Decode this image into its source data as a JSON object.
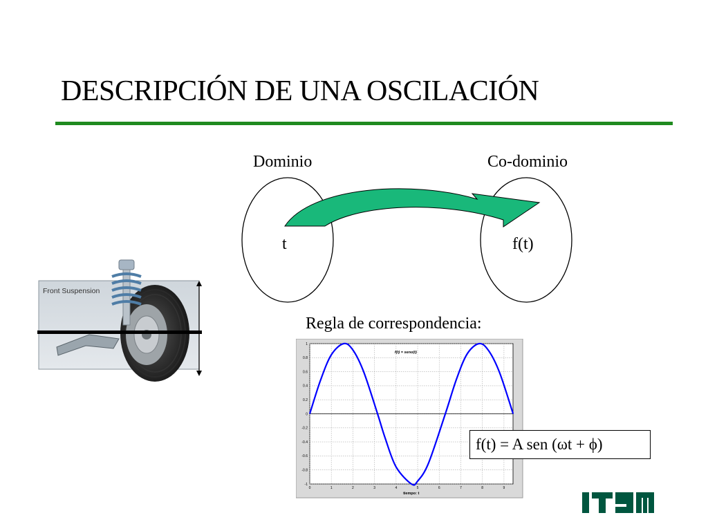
{
  "slide": {
    "title": "DESCRIPCIÓN DE UNA OSCILACIÓN",
    "domain_label": "Dominio",
    "codomain_label": "Co-dominio",
    "domain_variable": "t",
    "codomain_variable": "f(t)",
    "rule_label": "Regla de correspondencia:",
    "formula": "f(t) = A sen (ωt + ϕ)",
    "accent_color": "#1f8a1f",
    "arrow_color": "#19b87a"
  },
  "suspension_image": {
    "caption": "Front Suspension"
  },
  "logo": {
    "text": "ITAM",
    "color": "#00563f"
  },
  "chart_data": {
    "type": "line",
    "title": "f(t) = seno(t)",
    "xlabel": "tiempo: t",
    "ylabel": "",
    "xlim": [
      0,
      9.42
    ],
    "ylim": [
      -1,
      1
    ],
    "x_ticks": [
      0,
      1,
      2,
      3,
      4,
      5,
      6,
      7,
      8,
      9
    ],
    "y_ticks": [
      -1,
      -0.8,
      -0.6,
      -0.4,
      -0.2,
      0,
      0.2,
      0.4,
      0.6,
      0.8,
      1
    ],
    "y_tick_labels": [
      "-1",
      "-0.8",
      "-0.6",
      "-0.4",
      "-0.2",
      "0",
      "0.2",
      "0.4",
      "0.6",
      "0.8",
      "1"
    ],
    "grid": true,
    "line_color": "#0000ff",
    "series": [
      {
        "x": [
          0,
          0.5,
          1.0,
          1.5708,
          2.0,
          2.5,
          3.1416,
          3.5,
          4.0,
          4.7124,
          5.0,
          5.5,
          6.2832,
          6.8,
          7.3,
          7.854,
          8.3,
          8.8,
          9.4248
        ],
        "values": [
          0,
          0.479,
          0.841,
          1.0,
          0.909,
          0.598,
          0,
          -0.351,
          -0.757,
          -1.0,
          -0.959,
          -0.706,
          0,
          0.494,
          0.856,
          1.0,
          0.895,
          0.585,
          0
        ]
      }
    ]
  }
}
